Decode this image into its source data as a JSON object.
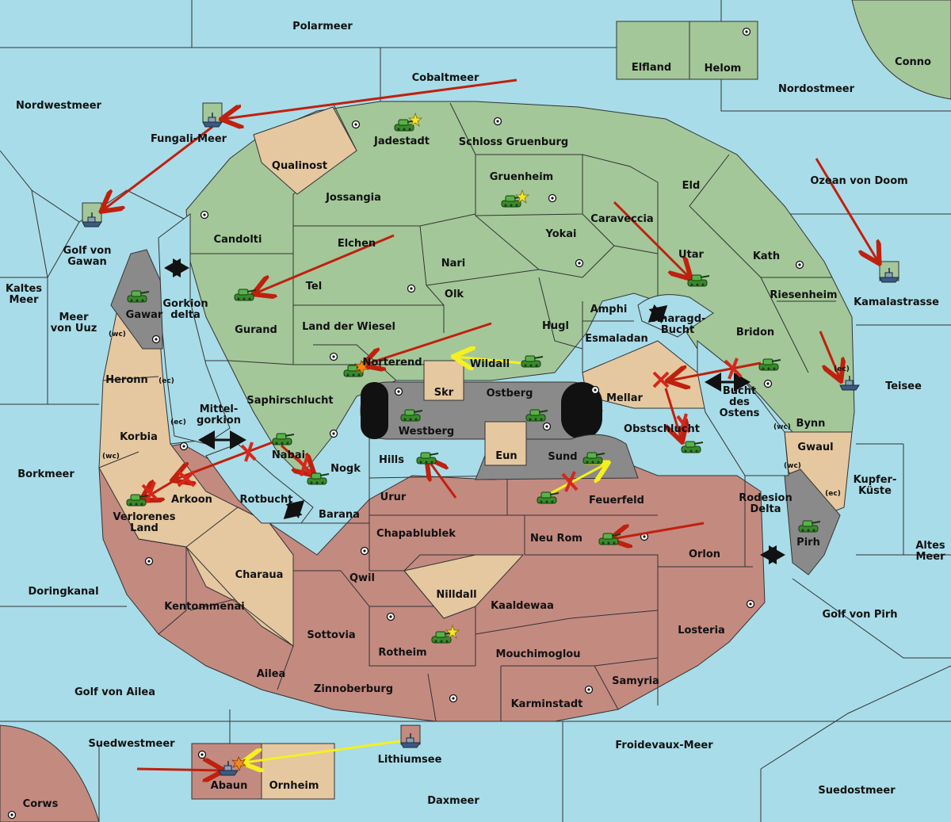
{
  "colors": {
    "sea": "#a8dce8",
    "green_power": "#a3c799",
    "red_power": "#c38a80",
    "neutral": "#e5c8a0",
    "impassable": "#8a8a8a",
    "move_arrow": "#c0200e",
    "support_arrow": "#f5f020"
  },
  "labels": {
    "polarmeer": "Polarmeer",
    "elfland": "Elfland",
    "helom": "Helom",
    "conno": "Conno",
    "cobaltmeer": "Cobaltmeer",
    "nordostmeer": "Nordostmeer",
    "nordwestmeer": "Nordwestmeer",
    "fungali_meer": "Fungali-Meer",
    "jadestadt": "Jadestadt",
    "schloss_gruenburg": "Schloss Gruenburg",
    "qualinost": "Qualinost",
    "gruenheim": "Gruenheim",
    "eld": "Eld",
    "ozean_von_doom": "Ozean von Doom",
    "jossangia": "Jossangia",
    "caraveccia": "Caraveccia",
    "candolti": "Candolti",
    "yokai": "Yokai",
    "elchen": "Elchen",
    "golf_von_gawan": "Golf von\nGawan",
    "utar": "Utar",
    "kath": "Kath",
    "nari": "Nari",
    "kamalastrasse": "Kamalastrasse",
    "kaltes_meer": "Kaltes\nMeer",
    "tel": "Tel",
    "olk": "Olk",
    "riesenheim": "Riesenheim",
    "gawar": "Gawar",
    "gorkion_delta": "Gorkion\ndelta",
    "amphi": "Amphi",
    "meer_von_uuz": "Meer\nvon Uuz",
    "gurand": "Gurand",
    "land_der_wiesel": "Land der Wiesel",
    "hugl": "Hugl",
    "smaragd_bucht": "Smaragd-\nBucht",
    "bridon": "Bridon",
    "esmaladan": "Esmaladan",
    "norterend": "Norterend",
    "wildall": "Wildall",
    "heronn": "Heronn",
    "teisee": "Teisee",
    "skr": "Skr",
    "ostberg": "Ostberg",
    "mellar": "Mellar",
    "saphirschlucht": "Saphirschlucht",
    "bucht_des_ostens": "Bucht\ndes\nOstens",
    "bynn": "Bynn",
    "mittel_gorkion": "Mittel-\ngorkion",
    "westberg": "Westberg",
    "obstschlucht": "Obstschlucht",
    "korbia": "Korbia",
    "gwaul": "Gwaul",
    "nabai": "Nabai",
    "hills": "Hills",
    "eun": "Eun",
    "sund": "Sund",
    "nogk": "Nogk",
    "borkmeer": "Borkmeer",
    "kupfer_kueste": "Kupfer-\nKüste",
    "arkoon": "Arkoon",
    "rotbucht": "Rotbucht",
    "urur": "Urur",
    "feuerfeld": "Feuerfeld",
    "verlorenes_land": "Verlorenes\nLand",
    "barana": "Barana",
    "rodesion_delta": "Rodesion\nDelta",
    "chapablublek": "Chapablublek",
    "neu_rom": "Neu Rom",
    "pirh": "Pirh",
    "altes_meer": "Altes\nMeer",
    "orlon": "Orlon",
    "charaua": "Charaua",
    "qwil": "Qwil",
    "doringkanal": "Doringkanal",
    "nilldall": "Nilldall",
    "kentommenai": "Kentommenai",
    "kaaldewaa": "Kaaldewaa",
    "golf_von_pirh": "Golf von Pirh",
    "losteria": "Losteria",
    "sottovia": "Sottovia",
    "rotheim": "Rotheim",
    "mouchimoglou": "Mouchimoglou",
    "ailea": "Ailea",
    "samyria": "Samyria",
    "golf_von_ailea": "Golf von Ailea",
    "zinnoberburg": "Zinnoberburg",
    "karminstadt": "Karminstadt",
    "suedwestmeer": "Suedwestmeer",
    "froidevaux_meer": "Froidevaux-Meer",
    "lithiumsee": "Lithiumsee",
    "suedostmeer": "Suedostmeer",
    "abaun": "Abaun",
    "ornheim": "Ornheim",
    "daxmeer": "Daxmeer",
    "corws": "Corws"
  },
  "coast_labels": {
    "gawar_wc": "(wc)",
    "heronn_ec": "(ec)",
    "korbia_ec": "(ec)",
    "korbia_wc": "(wc)",
    "bynn_wc": "(wc)",
    "gwaul_wc": "(wc)",
    "gwaul_ec": "(ec)",
    "teisee_ec": "(ec)"
  },
  "icons": {
    "army": "army-tank-icon",
    "fleet": "fleet-ship-icon",
    "supply_center": "supply-center-icon",
    "capital": "capital-star-icon",
    "dislodged": "dislodged-burst-icon",
    "failed_order": "failed-order-cross-icon"
  }
}
